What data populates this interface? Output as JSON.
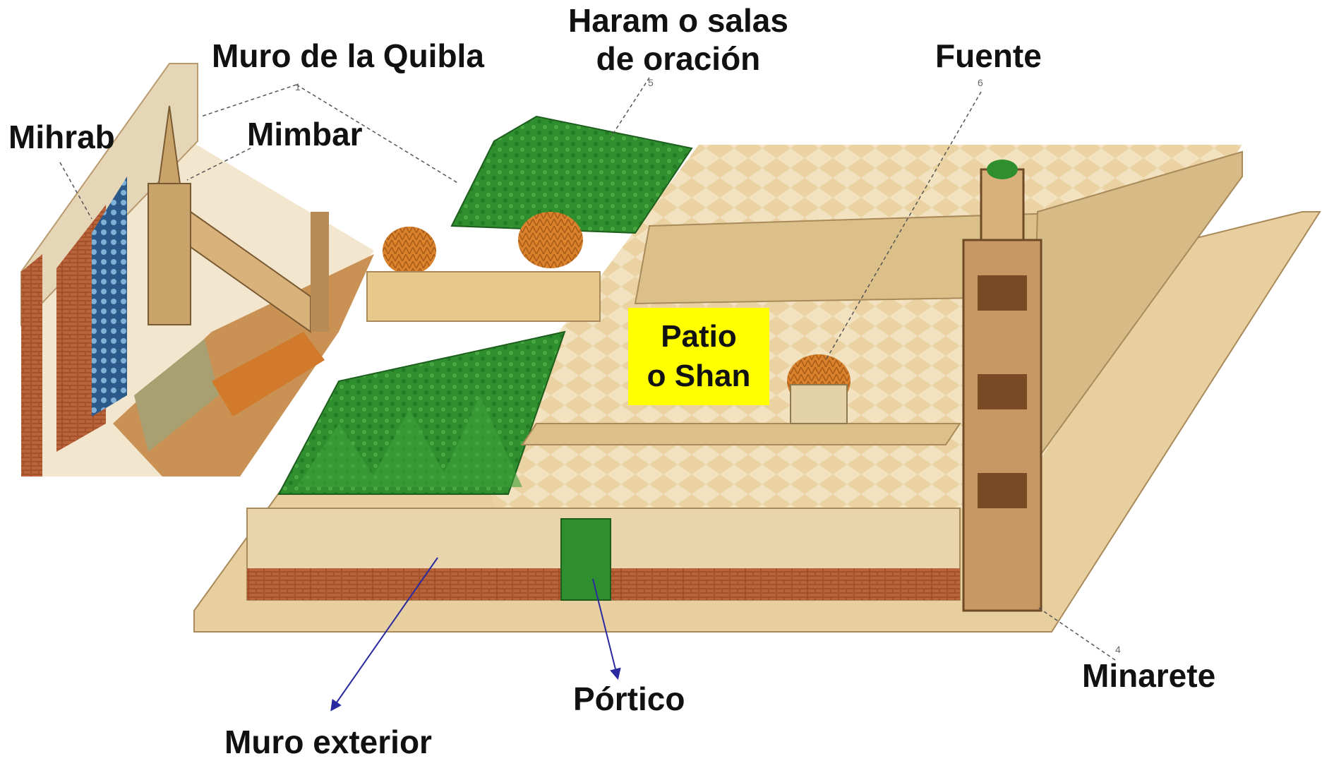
{
  "labels": {
    "muro_quibla": "Muro de la Quibla",
    "haram_line1": "Haram o salas",
    "haram_line2": "de oración",
    "fuente": "Fuente",
    "mihrab": "Mihrab",
    "mimbar": "Mimbar",
    "patio_line1": "Patio",
    "patio_line2": "o Shan",
    "minarete": "Minarete",
    "portico": "Pórtico",
    "muro_exterior": "Muro exterior"
  },
  "callout_numbers": {
    "quibla": "1",
    "haram": "5",
    "fuente": "6",
    "minarete": "4"
  },
  "colors": {
    "roof_green": "#2f8f2f",
    "dome_orange": "#d9822b",
    "floor_sand": "#f1ddb4",
    "wall_tan": "#d8b27a",
    "brick": "#a4502a",
    "patio_highlight": "#ffff00",
    "arrow_blue": "#2a2aa0"
  }
}
